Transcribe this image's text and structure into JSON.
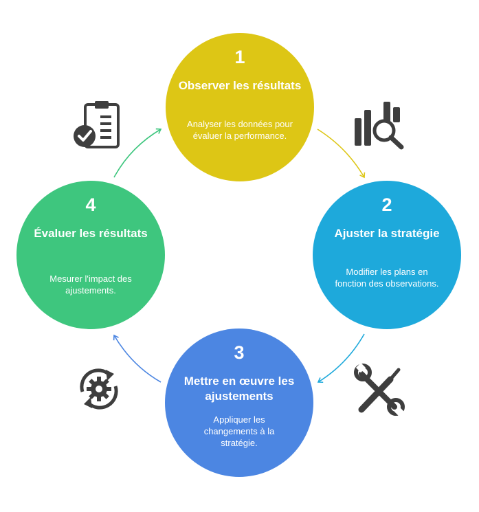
{
  "colors": {
    "step1": "#DDC615",
    "step2": "#1EA9DB",
    "step3": "#4C86E2",
    "step4": "#3EC67E",
    "icon": "#3E3E3E"
  },
  "steps": [
    {
      "number": "1",
      "title": "Observer les résultats",
      "description": "Analyser les données pour évaluer la performance."
    },
    {
      "number": "2",
      "title": "Ajuster la stratégie",
      "description": "Modifier les plans en fonction des observations."
    },
    {
      "number": "3",
      "title": "Mettre en œuvre les ajustements",
      "description": "Appliquer les changements à la stratégie."
    },
    {
      "number": "4",
      "title": "Évaluer les résultats",
      "description": "Mesurer l'impact des ajustements."
    }
  ],
  "icons": [
    "checklist-icon",
    "chart-magnifier-icon",
    "tools-icon",
    "gear-cycle-icon"
  ]
}
